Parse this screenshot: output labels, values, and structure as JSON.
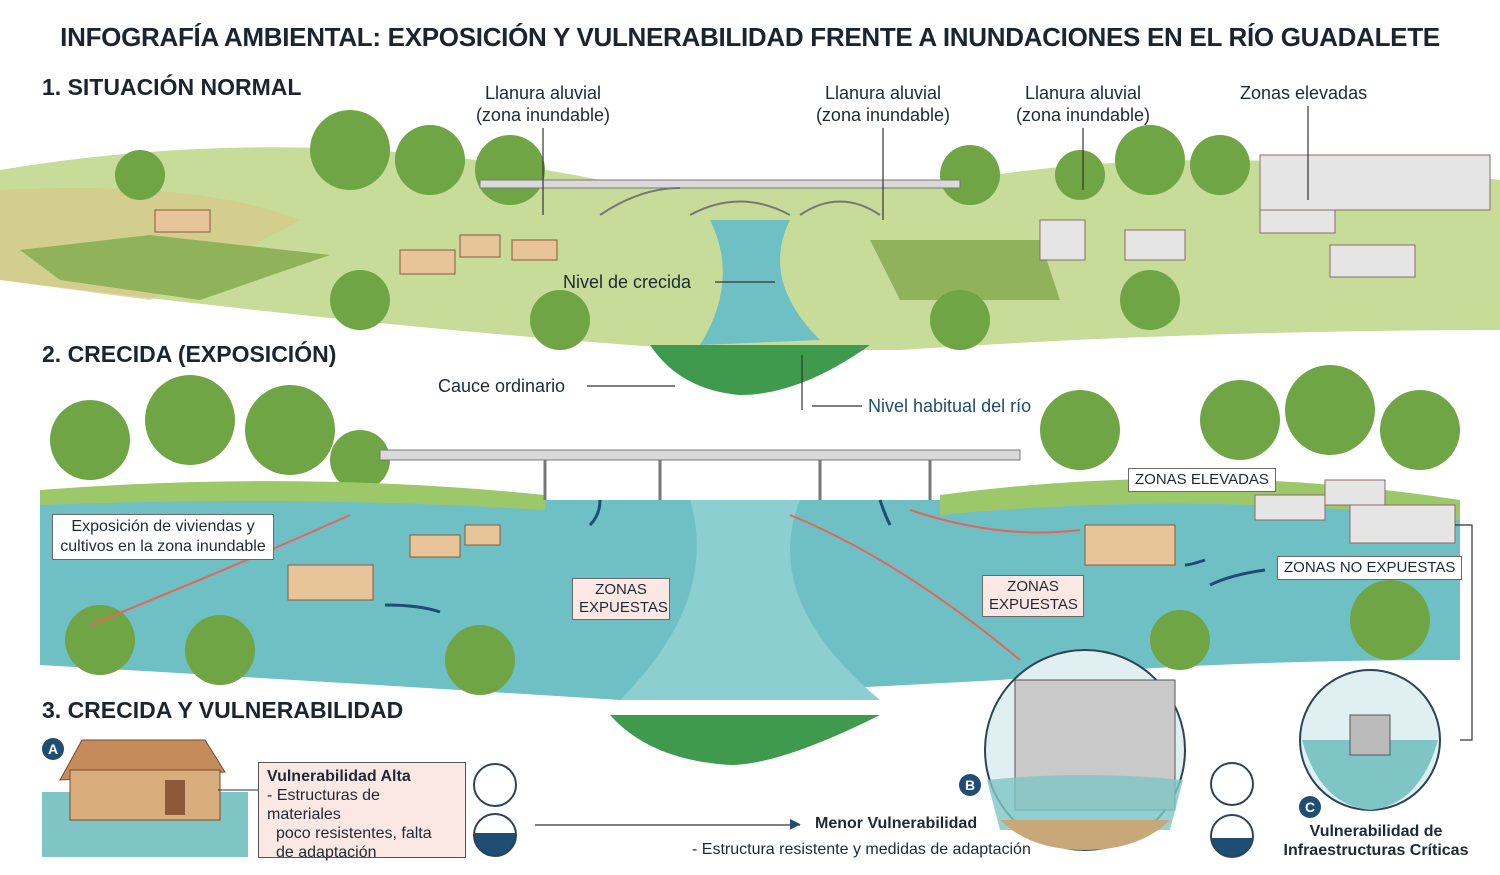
{
  "title": "INFOGRAFÍA AMBIENTAL: EXPOSICIÓN Y VULNERABILIDAD FRENTE A INUNDACIONES EN EL RÍO GUADALETE",
  "sections": {
    "s1": "1. SITUACIÓN NORMAL",
    "s2": "2. CRECIDA (EXPOSICIÓN)",
    "s3": "3. CRECIDA Y VULNERABILIDAD"
  },
  "labels": {
    "llanura1_a": "Llanura aluvial",
    "llanura1_b": "(zona inundable)",
    "llanura2_a": "Llanura aluvial",
    "llanura2_b": "(zona inundable)",
    "llanura3_a": "Llanura aluvial",
    "llanura3_b": "(zona inundable)",
    "zonas_elevadas": "Zonas elevadas",
    "nivel_crecida": "Nivel de crecida",
    "cauce": "Cauce ordinario",
    "nivel_habitual": "Nivel habitual del río",
    "exposicion_a": "Exposición de viviendas y",
    "exposicion_b": "cultivos en la zona inundable",
    "zonas_expuestas_1": "ZONAS EXPUESTAS",
    "zonas_expuestas_2": "ZONAS EXPUESTAS",
    "zonas_elevadas_caps": "ZONAS ELEVADAS",
    "zonas_no_expuestas": "ZONAS NO EXPUESTAS"
  },
  "vulnerability": {
    "a_badge": "A",
    "a_title": "Vulnerabilidad Alta",
    "a_l1": "- Estructuras de materiales",
    "a_l2": "poco resistentes, falta",
    "a_l3": "de adaptación",
    "b_badge": "B",
    "b_title": "Menor Vulnerabilidad",
    "b_desc": "- Estructura resistente y medidas de adaptación",
    "c_badge": "C",
    "c_l1": "Vulnerabilidad de",
    "c_l2": "Infraestructuras Críticas"
  },
  "colors": {
    "water": "#6fc0c4",
    "grass": "#b9d58a",
    "tree": "#6fa545",
    "deepgreen": "#3f9a4e",
    "navy": "#1f4d73",
    "pink": "#fbe8e4"
  }
}
